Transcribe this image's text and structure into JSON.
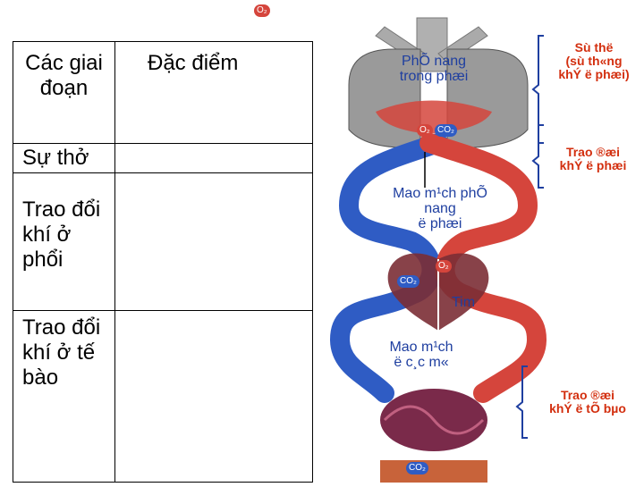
{
  "table": {
    "col_stage": "Các giai đoạn",
    "col_features": "Đặc điểm",
    "rows": [
      "Sự thở",
      "Trao đổi khí ở phổi",
      "Trao đổi khí ở tế bào"
    ]
  },
  "diagram": {
    "top_o2": "O₂",
    "phe_nang": "PhÕ nang\ntrong phæi",
    "su_tho": "Sù thë\n(sù th«ng\nkhÝ ë phæi)",
    "o2_lung": "O₂",
    "co2_lung": "CO₂",
    "trao_doi_phoi": "Trao ®æi\nkhÝ ë phæi",
    "mao_mach_phe_nang": "Mao m¹ch phÕ\nnang\në phæi",
    "co2_heart": "CO₂",
    "o2_heart": "O₂",
    "tim": "Tim",
    "mao_mach_cac_mo": "Mao m¹ch\në c¸c m«",
    "trao_doi_te_bao": "Trao ®æi\nkhÝ ë tÕ bµo",
    "co2_bottom": "CO₂"
  },
  "colors": {
    "red_vessel": "#d5453c",
    "blue_vessel": "#2f5cc4",
    "lung_gray": "#9a9a9a",
    "capillary_purple": "#7a2a4a",
    "label_red": "#d32f0f",
    "label_blue": "#1f3fa0"
  }
}
